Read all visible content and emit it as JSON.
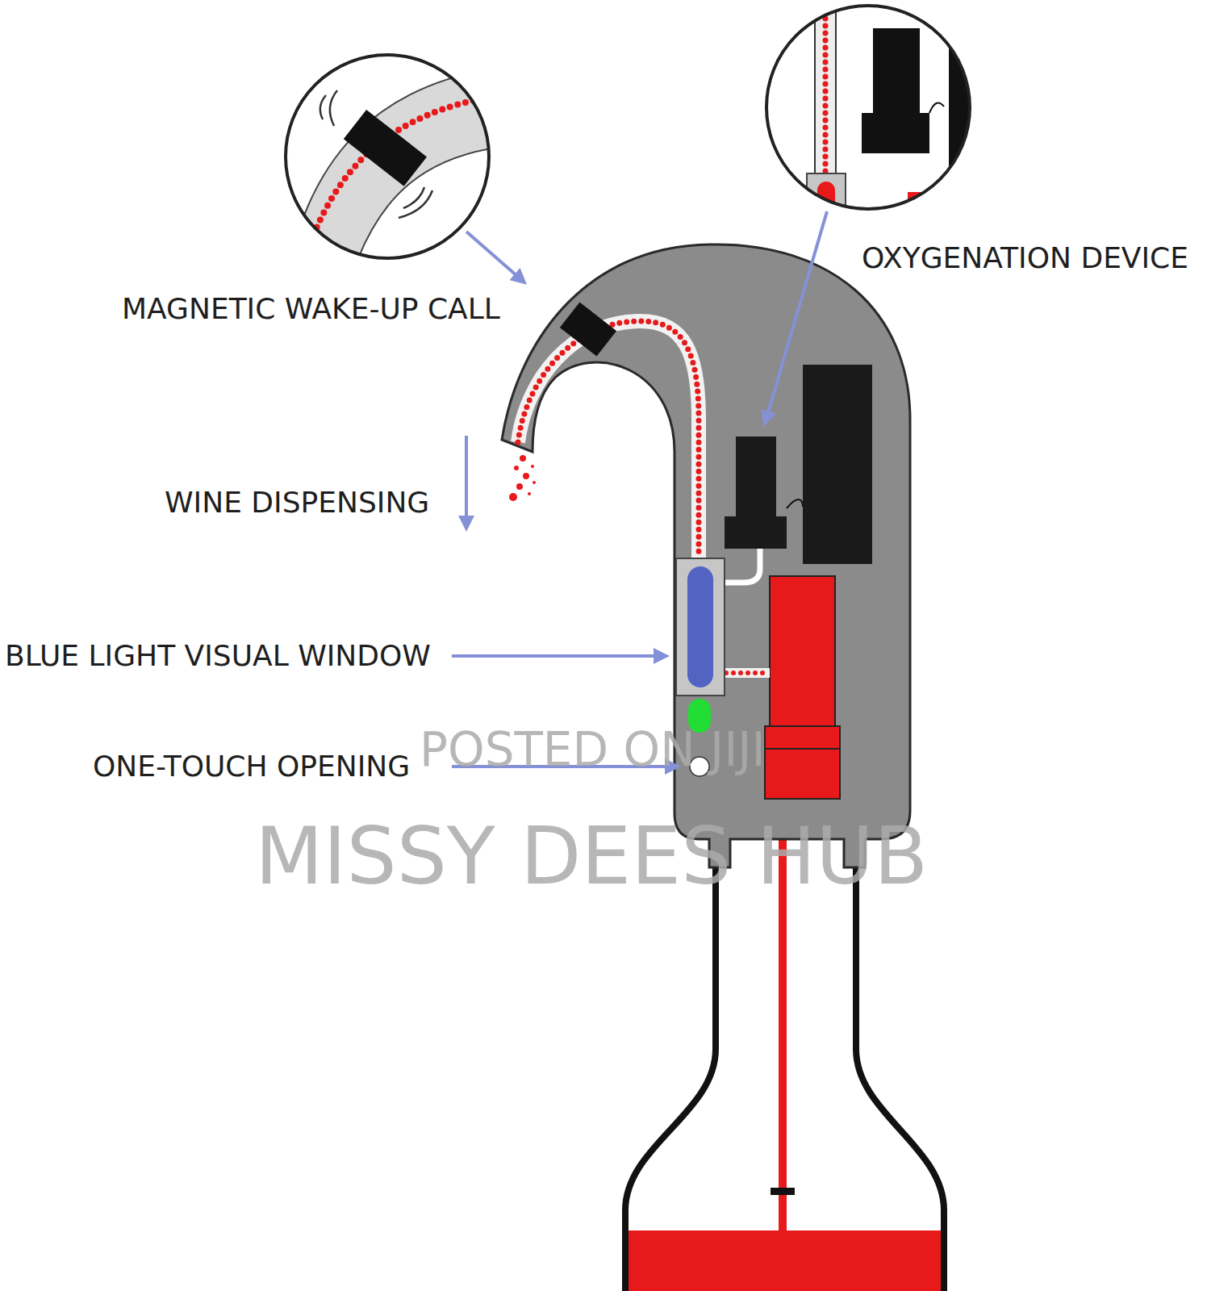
{
  "diagram": {
    "labels": [
      "MAGNETIC WAKE-UP CALL",
      "OXYGENATION DEVICE",
      "WINE DISPENSING",
      "BLUE LIGHT VISUAL WINDOW",
      "ONE-TOUCH OPENING",
      "POSTED ON JIJI",
      "MISSY DEES HUB"
    ]
  }
}
